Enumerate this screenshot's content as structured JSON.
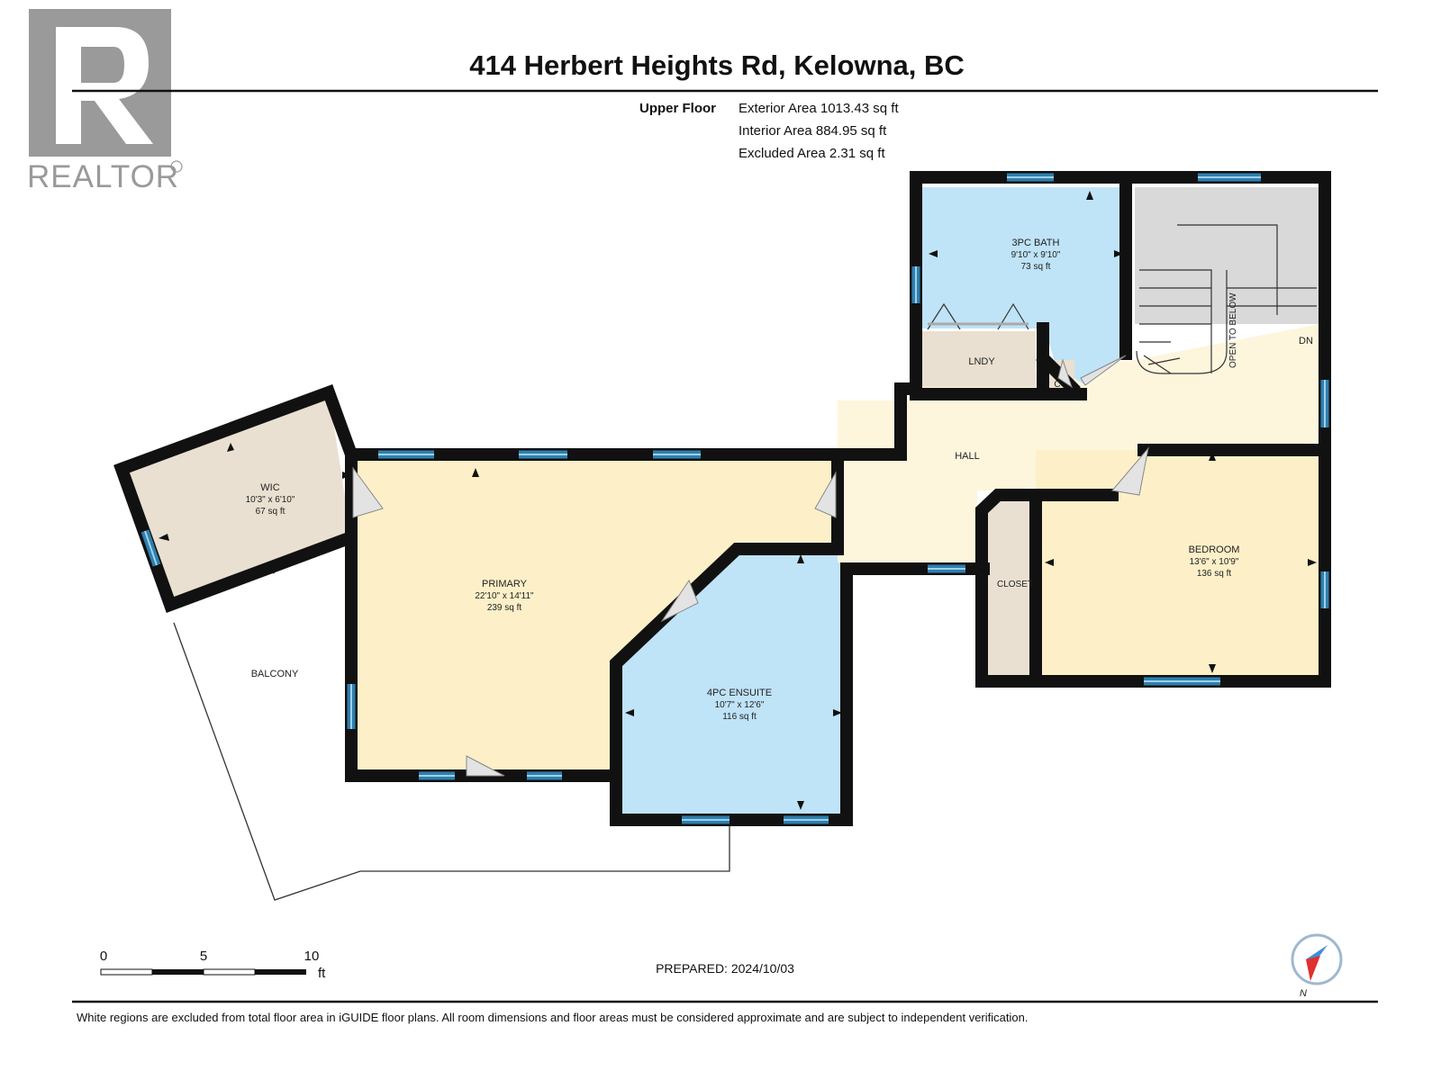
{
  "header": {
    "title": "414 Herbert Heights Rd, Kelowna, BC",
    "floor_label": "Upper Floor",
    "exterior_area": "Exterior Area 1013.43 sq ft",
    "interior_area": "Interior Area 884.95 sq ft",
    "excluded_area": "Excluded Area 2.31 sq ft"
  },
  "logo": {
    "name": "REALTOR®"
  },
  "rooms": {
    "wic": {
      "name": "WIC",
      "dims": "10'3\" x 6'10\"",
      "area": "67 sq ft"
    },
    "primary": {
      "name": "PRIMARY",
      "dims": "22'10\" x 14'11\"",
      "area": "239 sq ft"
    },
    "ensuite": {
      "name": "4PC ENSUITE",
      "dims": "10'7\" x 12'6\"",
      "area": "116 sq ft"
    },
    "bath": {
      "name": "3PC BATH",
      "dims": "9'10\" x 9'10\"",
      "area": "73 sq ft"
    },
    "bedroom": {
      "name": "BEDROOM",
      "dims": "13'6\" x 10'9\"",
      "area": "136 sq ft"
    },
    "lndy": {
      "name": "LNDY"
    },
    "c": {
      "name": "C"
    },
    "hall": {
      "name": "HALL"
    },
    "closet": {
      "name": "CLOSET"
    },
    "balcony": {
      "name": "BALCONY"
    },
    "open_to_below": {
      "name": "OPEN TO BELOW"
    },
    "dn": {
      "name": "DN"
    }
  },
  "scale": {
    "ticks": [
      "0",
      "5",
      "10"
    ],
    "unit": "ft"
  },
  "prepared": "PREPARED: 2024/10/03",
  "compass": {
    "label": "N"
  },
  "footer": "White regions are excluded from total floor area in iGUIDE floor plans. All room dimensions and floor areas must be considered approximate and are subject to independent verification.",
  "colors": {
    "primary_fill": "#fdf0c8",
    "bath_fill": "#bfe3f7",
    "closet_fill": "#e9e0d1",
    "hall_fill": "#fdf6dd",
    "stair_fill": "#d9d9d9",
    "window": "#2f7fae",
    "wall": "#111111"
  }
}
